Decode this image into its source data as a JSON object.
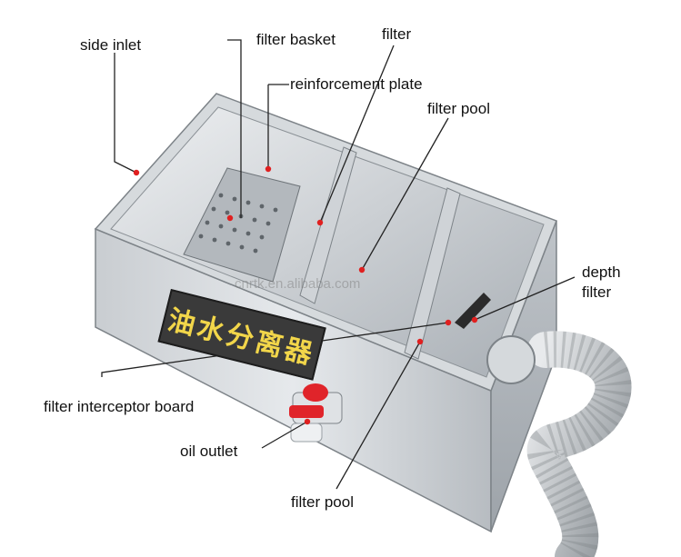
{
  "labels": {
    "side_inlet": "side inlet",
    "filter_basket": "filter basket",
    "filter": "filter",
    "reinforcement_plate": "reinforcement plate",
    "filter_pool_top": "filter pool",
    "depth_filter_1": "depth",
    "depth_filter_2": "filter",
    "filter_interceptor_board": "filter interceptor board",
    "oil_outlet": "oil outlet",
    "filter_pool_bottom": "filter pool"
  },
  "plate_text": "油水分离器",
  "watermark": "cnrtk.en.alibaba.com",
  "colors": {
    "marker": "#e02020",
    "leader": "#222222",
    "steel_light": "#d9dde1",
    "steel_dark": "#8c9298",
    "valve_red": "#e0242a"
  }
}
